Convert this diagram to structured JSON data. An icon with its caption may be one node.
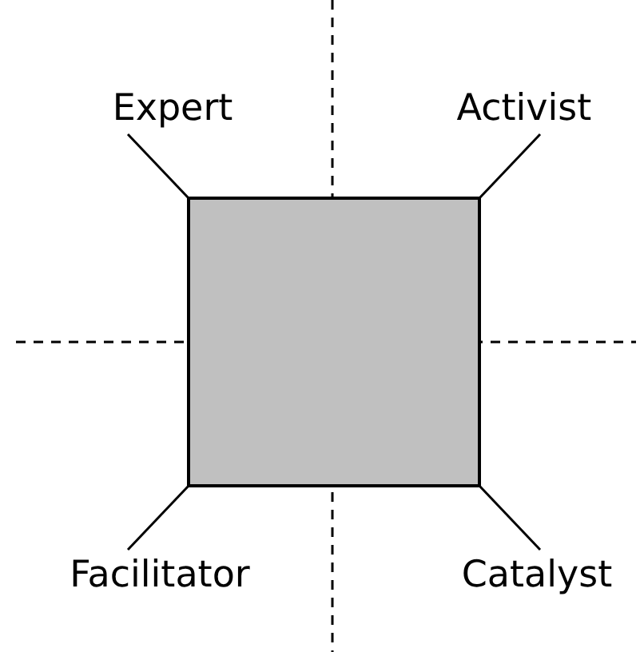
{
  "diagram": {
    "nodes": [
      {
        "text": [
          "Expert"
        ]
      },
      {
        "text": [
          "Activist"
        ]
      },
      {
        "text": [
          "Facilitator"
        ]
      },
      {
        "text": [
          "Catalyst"
        ]
      },
      {
        "text": [],
        "shape": "box"
      }
    ],
    "edges": [
      {
        "from": 0,
        "to": 4,
        "arrow": "none"
      },
      {
        "from": 1,
        "to": 4,
        "arrow": "none"
      },
      {
        "from": 2,
        "to": 4,
        "arrow": "none"
      },
      {
        "from": 3,
        "to": 4,
        "arrow": "none"
      }
    ]
  }
}
